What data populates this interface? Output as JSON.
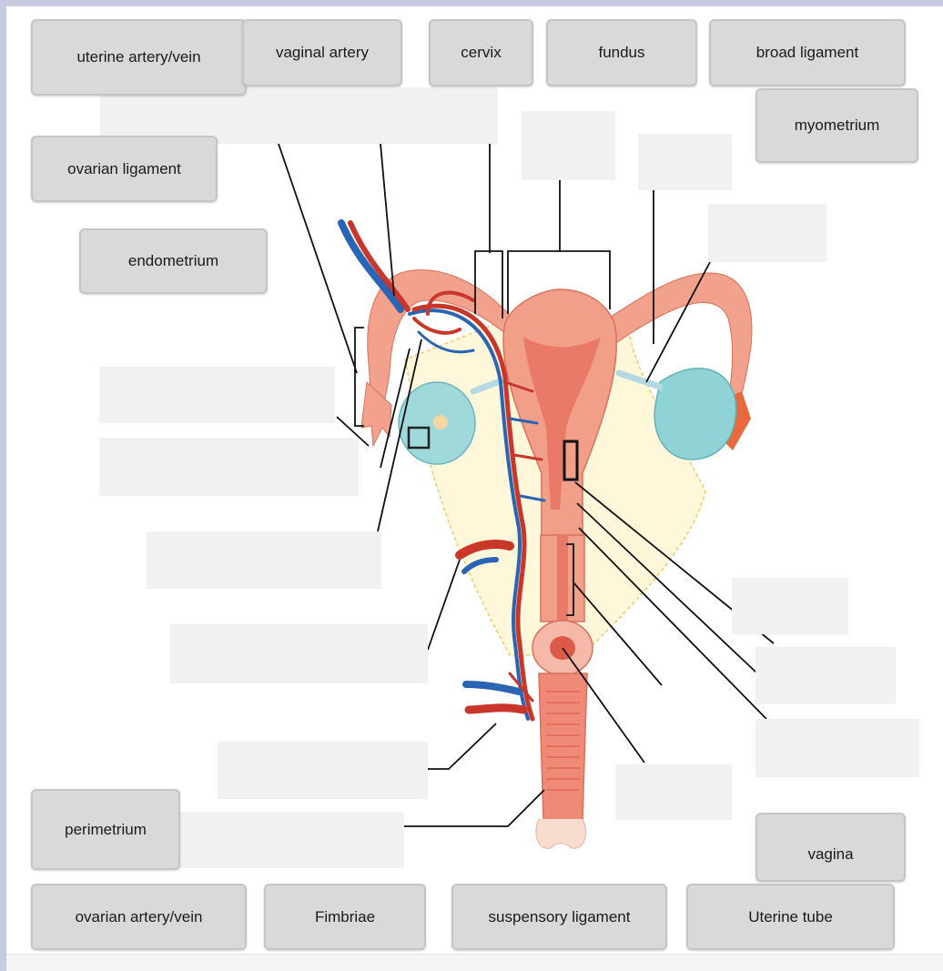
{
  "labels": {
    "uterine_artery_vein": "uterine artery/vein",
    "vaginal_artery": "vaginal artery",
    "cervix": "cervix",
    "fundus": "fundus",
    "broad_ligament": "broad ligament",
    "myometrium": "myometrium",
    "ovarian_ligament": "ovarian ligament",
    "endometrium": "endometrium",
    "perimetrium": "perimetrium",
    "vagina": "vagina",
    "ovarian_artery_vein": "ovarian artery/vein",
    "fimbriae": "Fimbriae",
    "suspensory_ligament": "suspensory ligament",
    "uterine_tube": "Uterine tube"
  },
  "colors": {
    "background": "#c7cbe0",
    "chip_fill": "#d9d9d9",
    "drop_zone": "#f1f1f1",
    "uterus": "#ef8d7a",
    "ovary": "#8fd3d6",
    "artery": "#c8372a",
    "vein": "#2a64b4",
    "broad_ligament_fill": "#fff6d8"
  }
}
